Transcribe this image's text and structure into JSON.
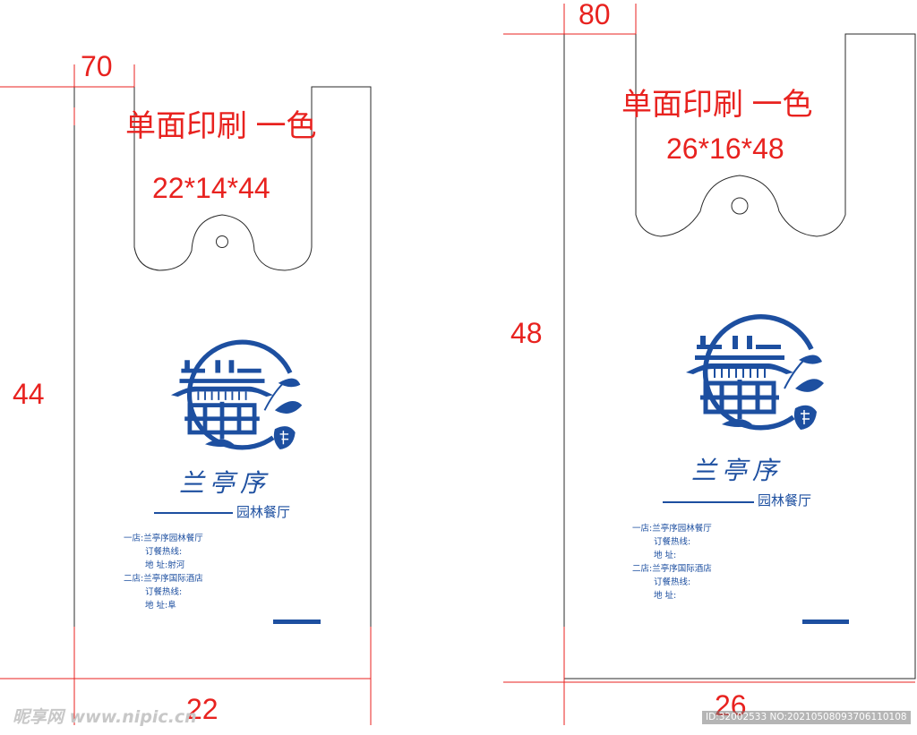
{
  "colors": {
    "outline": "#2a2a2a",
    "dimension": "#e8221f",
    "logo": "#1d4fa0",
    "watermark": "#c8c8c8"
  },
  "bag_small": {
    "dim_top": "70",
    "dim_side": "44",
    "dim_bottom": "22",
    "print_note": "单面印刷  一色",
    "size": "22*14*44",
    "brand_name": "兰亭序",
    "brand_sub": "园林餐厅",
    "info_lines": [
      "一店:兰亭序园林餐厅",
      "订餐热线:",
      "地     址:射河",
      "二店:兰亭序国际酒店",
      "订餐热线:",
      "地     址:阜"
    ]
  },
  "bag_large": {
    "dim_top": "80",
    "dim_side": "48",
    "dim_bottom": "26",
    "print_note": "单面印刷  一色",
    "size": "26*16*48",
    "brand_name": "兰亭序",
    "brand_sub": "园林餐厅",
    "info_lines": [
      "一店:兰亭序园林餐厅",
      "订餐热线:",
      "地     址:",
      "二店:兰亭序国际酒店",
      "订餐热线:",
      "地     址:"
    ]
  },
  "watermark": {
    "left": "昵享网 www.nipic.cn",
    "right": "ID:32002533 NO:20210508093706110108"
  }
}
